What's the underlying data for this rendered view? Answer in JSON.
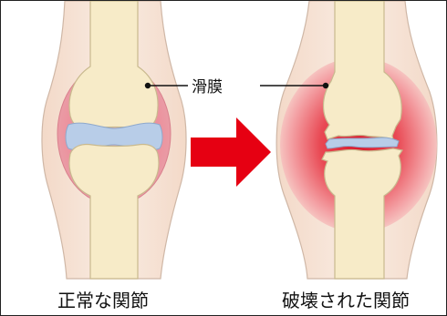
{
  "callout": {
    "label": "滑膜"
  },
  "captions": {
    "left": "正常な関節",
    "right": "破壊された関節"
  },
  "colors": {
    "bone_fill": "#f7ebc8",
    "bone_edge": "#c9b98e",
    "soft_tissue": "#f6e4d8",
    "soft_tissue_edge": "#cfb7a6",
    "synovium_normal": "#ee9aa6",
    "synovium_inflamed": "#e5323f",
    "cartilage": "#b8cde8",
    "arrow": "#e60012"
  }
}
